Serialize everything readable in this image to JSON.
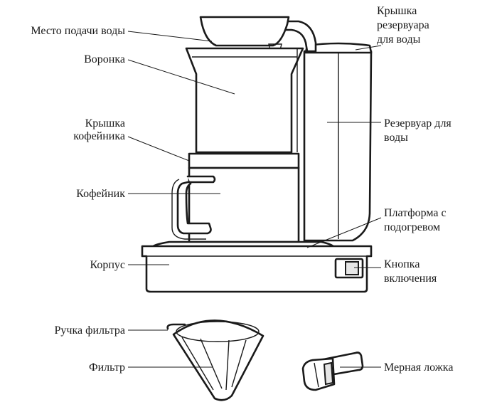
{
  "labels": {
    "water_outlet": "Место подачи воды",
    "funnel": "Воронка",
    "pot_lid_1": "Крышка",
    "pot_lid_2": "кофейника",
    "coffee_pot": "Кофейник",
    "body": "Корпус",
    "filter_handle": "Ручка фильтра",
    "filter": "Фильтр",
    "reservoir_lid_1": "Крышка",
    "reservoir_lid_2": "резервуара",
    "reservoir_lid_3": "для воды",
    "reservoir_1": "Резервуар для",
    "reservoir_2": "воды",
    "heating_plate_1": "Платформа с",
    "heating_plate_2": "подогревом",
    "power_button_1": "Кнопка",
    "power_button_2": "включения",
    "measuring_spoon": "Мерная ложка"
  }
}
